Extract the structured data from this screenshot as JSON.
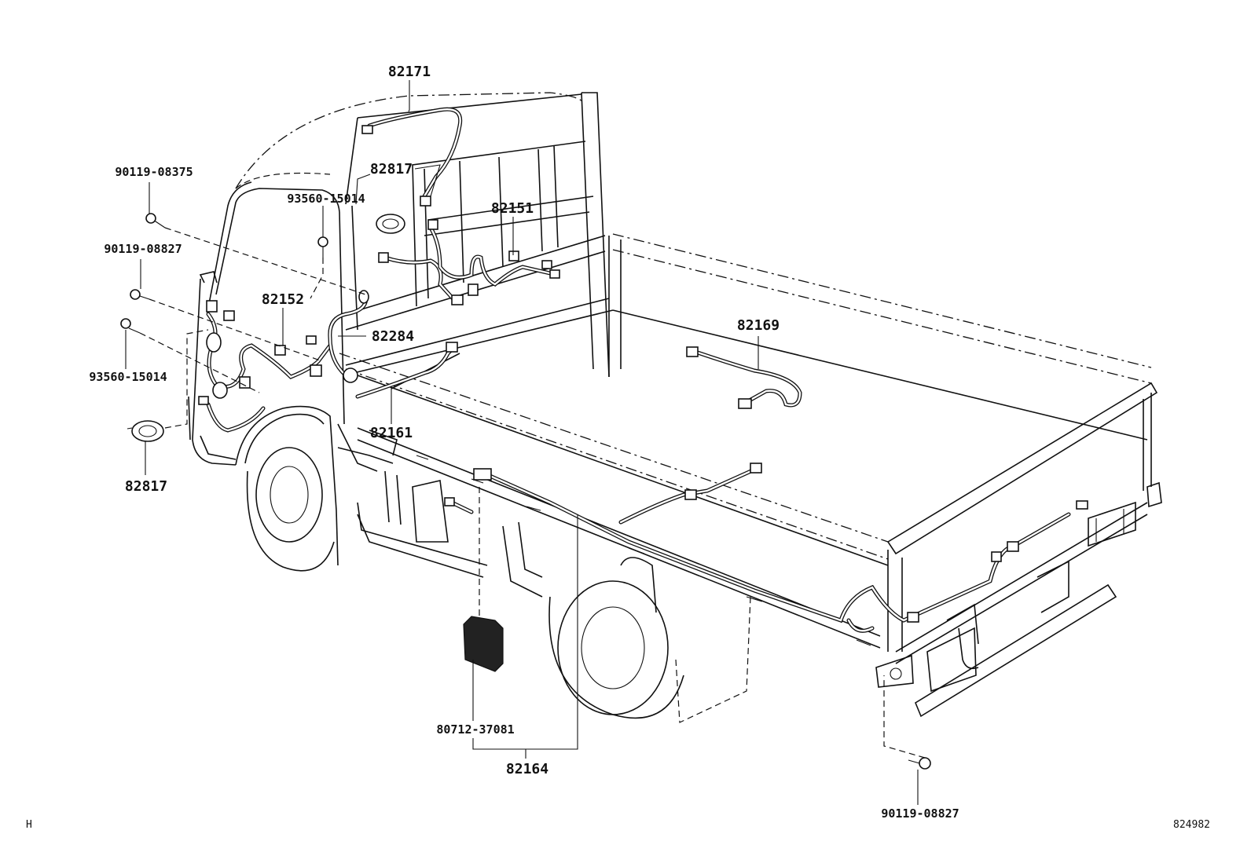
{
  "diagram": {
    "corner_left": "H",
    "corner_right": "824982",
    "callouts": {
      "c82171": "82171",
      "c82817_top": "82817",
      "c82151": "82151",
      "c90119_08375": "90119-08375",
      "c93560_15014_top": "93560-15014",
      "c90119_08827_left": "90119-08827",
      "c82152": "82152",
      "c82284": "82284",
      "c93560_15014_left": "93560-15014",
      "c82169": "82169",
      "c82161": "82161",
      "c82817_bottom": "82817",
      "c80712_37081": "80712-37081",
      "c82164": "82164",
      "c90119_08827_bottom": "90119-08827"
    }
  }
}
